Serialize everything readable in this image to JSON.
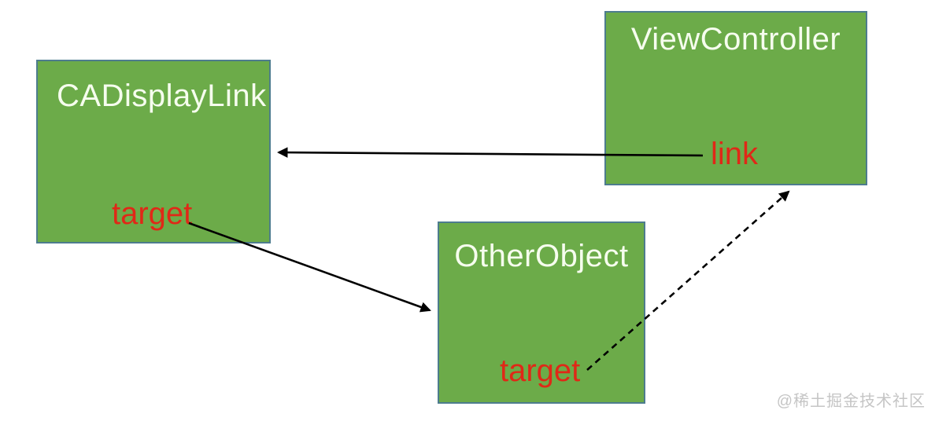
{
  "diagram": {
    "boxes": {
      "cadisplaylink": {
        "title": "CADisplayLink",
        "property": "target"
      },
      "viewcontroller": {
        "title": "ViewController",
        "property": "link"
      },
      "otherobject": {
        "title": "OtherObject",
        "property": "target"
      }
    },
    "arrows": [
      {
        "from": "ViewController.link",
        "to": "CADisplayLink",
        "style": "solid"
      },
      {
        "from": "CADisplayLink.target",
        "to": "OtherObject",
        "style": "solid"
      },
      {
        "from": "OtherObject.target",
        "to": "ViewController",
        "style": "dashed"
      }
    ],
    "colors": {
      "box_fill": "#6cab49",
      "box_border": "#4d7c8e",
      "title_text": "#f6fdee",
      "property_text": "#e02817",
      "arrow": "#000000",
      "watermark": "#c5c5c5",
      "background": "#ffffff"
    },
    "watermark": "@稀土掘金技术社区"
  }
}
